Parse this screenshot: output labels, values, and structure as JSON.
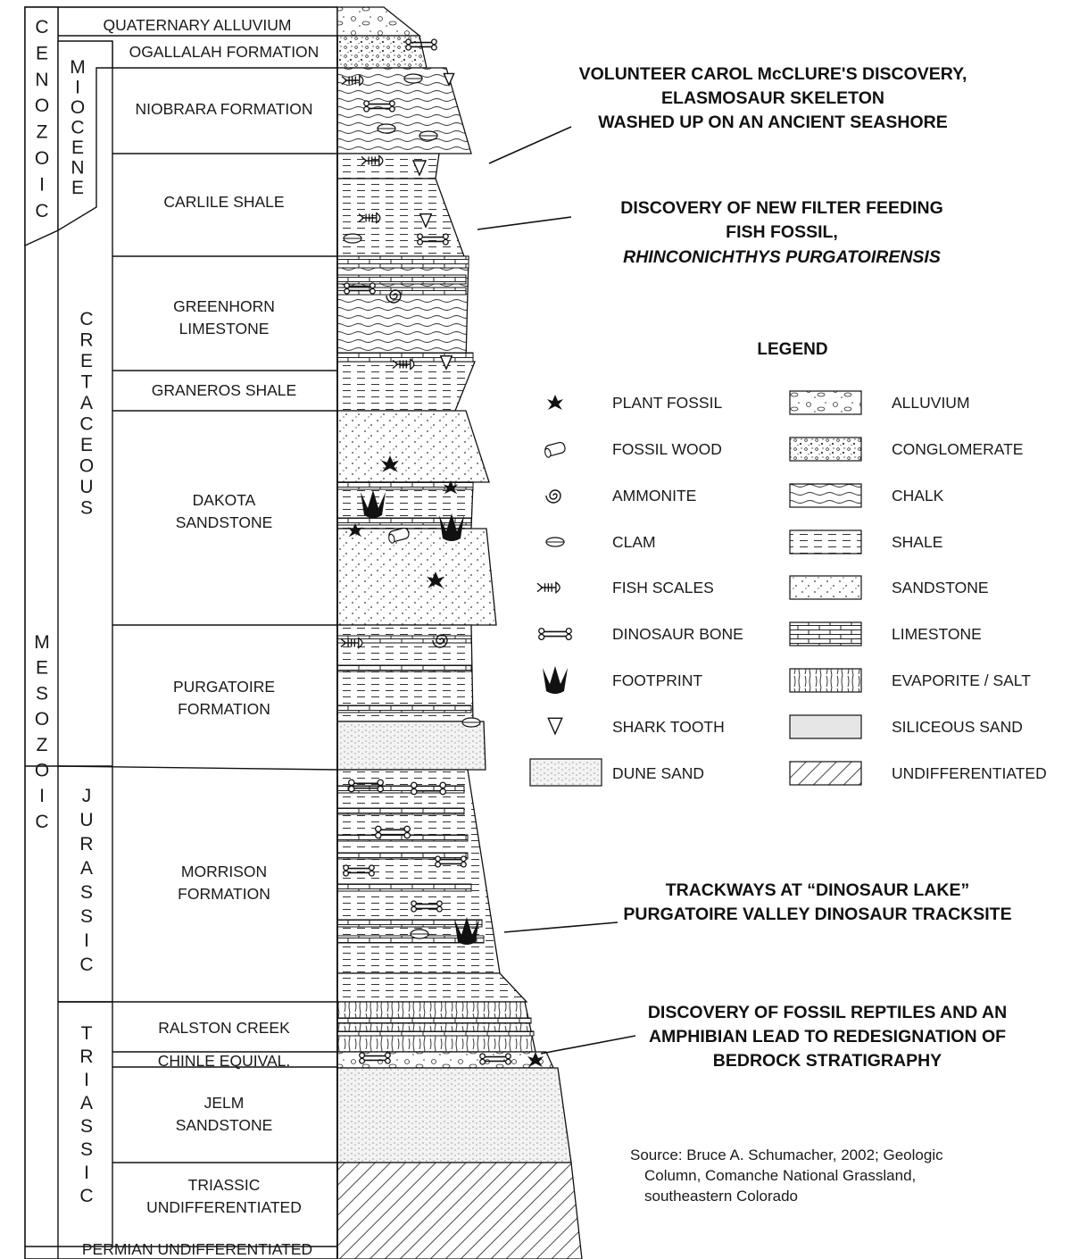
{
  "eras": [
    {
      "name": "CENOZOIC",
      "letters": [
        "C",
        "E",
        "N",
        "O",
        "Z",
        "O",
        "I",
        "C"
      ]
    },
    {
      "name": "MESOZOIC",
      "letters": [
        "M",
        "E",
        "S",
        "O",
        "Z",
        "O",
        "I",
        "C"
      ]
    }
  ],
  "periods": [
    {
      "name": "MIOCENE",
      "letters": [
        "M",
        "I",
        "O",
        "C",
        "E",
        "N",
        "E"
      ]
    },
    {
      "name": "CRETACEOUS",
      "letters": [
        "C",
        "R",
        "E",
        "T",
        "A",
        "C",
        "E",
        "O",
        "U",
        "S"
      ]
    },
    {
      "name": "JURASSIC",
      "letters": [
        "J",
        "U",
        "R",
        "A",
        "S",
        "S",
        "I",
        "C"
      ]
    },
    {
      "name": "TRIASSIC",
      "letters": [
        "T",
        "R",
        "I",
        "A",
        "S",
        "S",
        "I",
        "C"
      ]
    }
  ],
  "formations": [
    {
      "lines": [
        "QUATERNARY ALLUVIUM"
      ]
    },
    {
      "lines": [
        "OGALLALAH FORMATION"
      ]
    },
    {
      "lines": [
        "NIOBRARA FORMATION"
      ]
    },
    {
      "lines": [
        "CARLILE SHALE"
      ]
    },
    {
      "lines": [
        "GREENHORN",
        "LIMESTONE"
      ]
    },
    {
      "lines": [
        "GRANEROS SHALE"
      ]
    },
    {
      "lines": [
        "DAKOTA",
        "SANDSTONE"
      ]
    },
    {
      "lines": [
        "PURGATOIRE",
        "FORMATION"
      ]
    },
    {
      "lines": [
        "MORRISON",
        "FORMATION"
      ]
    },
    {
      "lines": [
        "RALSTON CREEK"
      ]
    },
    {
      "lines": [
        "CHINLE EQUIVAL."
      ]
    },
    {
      "lines": [
        "JELM",
        "SANDSTONE"
      ]
    },
    {
      "lines": [
        "TRIASSIC",
        "UNDIFFERENTIATED"
      ]
    },
    {
      "lines": [
        "PERMIAN UNDIFFERENTIATED"
      ]
    }
  ],
  "callouts": [
    {
      "lines": [
        "VOLUNTEER CAROL McCLURE'S DISCOVERY,",
        "ELASMOSAUR SKELETON",
        "WASHED UP ON AN ANCIENT SEASHORE"
      ]
    },
    {
      "lines": [
        "DISCOVERY OF NEW FILTER FEEDING",
        "FISH FOSSIL,",
        "RHINCONICHTHYS PURGATOIRENSIS"
      ]
    },
    {
      "lines": [
        "TRACKWAYS AT “DINOSAUR LAKE”",
        "PURGATOIRE VALLEY DINOSAUR TRACKSITE"
      ]
    },
    {
      "lines": [
        "DISCOVERY OF FOSSIL REPTILES AND AN",
        "AMPHIBIAN LEAD TO REDESIGNATION OF",
        "BEDROCK STRATIGRAPHY"
      ]
    }
  ],
  "legend": {
    "title": "LEGEND",
    "fossils": [
      {
        "label": "PLANT FOSSIL",
        "icon": "plant-fossil-icon"
      },
      {
        "label": "FOSSIL WOOD",
        "icon": "fossil-wood-icon"
      },
      {
        "label": "AMMONITE",
        "icon": "ammonite-icon"
      },
      {
        "label": "CLAM",
        "icon": "clam-icon"
      },
      {
        "label": "FISH SCALES",
        "icon": "fish-scales-icon"
      },
      {
        "label": "DINOSAUR BONE",
        "icon": "dinosaur-bone-icon"
      },
      {
        "label": "FOOTPRINT",
        "icon": "footprint-icon"
      },
      {
        "label": "SHARK TOOTH",
        "icon": "shark-tooth-icon"
      },
      {
        "label": "DUNE SAND",
        "icon": "dune-sand-swatch"
      }
    ],
    "lithology": [
      {
        "label": "ALLUVIUM",
        "pattern": "alluvium"
      },
      {
        "label": "CONGLOMERATE",
        "pattern": "conglomerate"
      },
      {
        "label": "CHALK",
        "pattern": "chalk"
      },
      {
        "label": "SHALE",
        "pattern": "shale"
      },
      {
        "label": "SANDSTONE",
        "pattern": "sandstone"
      },
      {
        "label": "LIMESTONE",
        "pattern": "limestone"
      },
      {
        "label": "EVAPORITE / SALT",
        "pattern": "evaporite"
      },
      {
        "label": "SILICEOUS SAND",
        "pattern": "siliceous"
      },
      {
        "label": "UNDIFFERENTIATED",
        "pattern": "undifferentiated"
      }
    ]
  },
  "source": {
    "lines": [
      "Source:  Bruce A. Schumacher, 2002; Geologic",
      "Column, Comanche National Grassland,",
      "southeastern Colorado"
    ]
  }
}
